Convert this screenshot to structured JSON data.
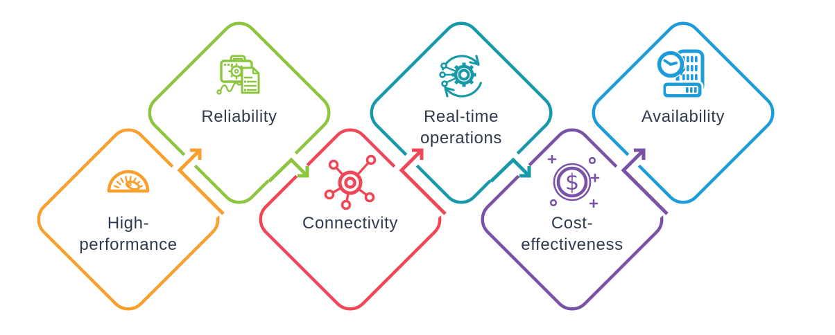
{
  "diagram": {
    "background": "#ffffff",
    "text_color": "#2F3B4C",
    "casing_color": "#ffffff",
    "items": [
      {
        "label": "High-\nperformance",
        "color": "#F7A02E",
        "icon": "gauge-icon",
        "row": "bottom"
      },
      {
        "label": "Reliability",
        "color": "#8CC63F",
        "icon": "toolbox-report-icon",
        "row": "top"
      },
      {
        "label": "Connectivity",
        "color": "#EF4756",
        "icon": "network-hub-icon",
        "row": "bottom"
      },
      {
        "label": "Real-time\noperations",
        "color": "#1799A9",
        "icon": "gear-sync-icon",
        "row": "top"
      },
      {
        "label": "Cost-\neffectiveness",
        "color": "#7A52A5",
        "icon": "dollar-coin-icon",
        "row": "bottom"
      },
      {
        "label": "Availability",
        "color": "#1E9CD9",
        "icon": "clock-server-icon",
        "row": "top"
      }
    ],
    "connections": [
      {
        "from": "High-performance",
        "to": "Reliability",
        "color": "#F7A02E",
        "direction": "up"
      },
      {
        "from": "Reliability",
        "to": "Connectivity",
        "color": "#8CC63F",
        "direction": "down"
      },
      {
        "from": "Connectivity",
        "to": "Real-time operations",
        "color": "#EF4756",
        "direction": "up"
      },
      {
        "from": "Real-time operations",
        "to": "Cost-effectiveness",
        "color": "#1799A9",
        "direction": "down"
      },
      {
        "from": "Cost-effectiveness",
        "to": "Availability",
        "color": "#7A52A5",
        "direction": "up"
      }
    ],
    "glyphs": {
      "dollar": "$"
    }
  }
}
